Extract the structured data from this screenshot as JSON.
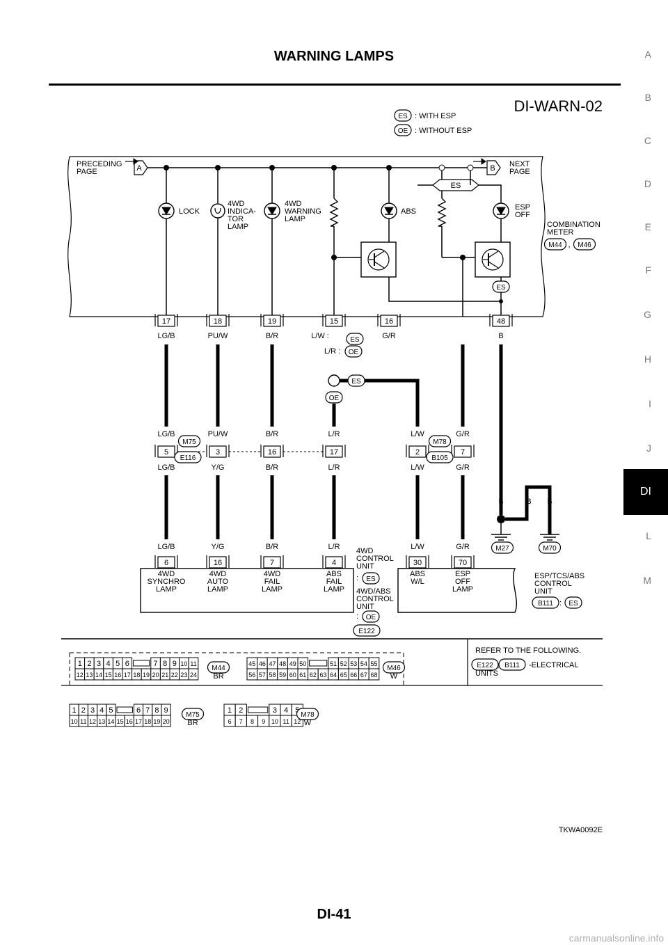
{
  "header": {
    "title": "WARNING LAMPS"
  },
  "footer": {
    "page": "DI-41",
    "watermark": "carmanualsonline.info"
  },
  "side_tabs": [
    "A",
    "B",
    "C",
    "D",
    "E",
    "F",
    "G",
    "H",
    "I",
    "J",
    "DI",
    "L",
    "M"
  ],
  "active_tab": "DI",
  "diagram": {
    "id": "DI-WARN-02",
    "code": "TKWA0092E",
    "legend": [
      {
        "tag": "ES",
        "text": ": WITH ESP"
      },
      {
        "tag": "OE",
        "text": ": WITHOUT ESP"
      }
    ],
    "top_bus": {
      "preceding": [
        "PRECEDING",
        "PAGE"
      ],
      "preceding_tag": "A",
      "next": [
        "NEXT",
        "PAGE"
      ],
      "next_tag": "B",
      "es_tag": "ES"
    },
    "meter": {
      "name": [
        "COMBINATION",
        "METER"
      ],
      "connectors": [
        "M44",
        "M46"
      ],
      "lamps": [
        {
          "label": [
            "LOCK"
          ]
        },
        {
          "label": [
            "4WD",
            "INDICA-",
            "TOR",
            "LAMP"
          ]
        },
        {
          "label": [
            "4WD",
            "WARNING",
            "LAMP"
          ]
        },
        {
          "label": [
            "ABS"
          ]
        },
        {
          "label": [
            "ESP",
            "OFF"
          ]
        }
      ],
      "es_tag_lower": "ES",
      "pins": [
        "17",
        "18",
        "19",
        "15",
        "16",
        "48"
      ]
    },
    "wires_upper": [
      {
        "color": "LG/B"
      },
      {
        "color": "PU/W"
      },
      {
        "color": "B/R"
      },
      {
        "color": "L/W :",
        "tag": "ES"
      },
      {
        "color": "G/R"
      },
      {
        "color": "B"
      }
    ],
    "wire_alt": {
      "color": "L/R :",
      "tag": "OE"
    },
    "splice_tags": [
      "ES",
      "OE"
    ],
    "joint1": {
      "connectors": [
        "M75",
        "E116"
      ],
      "pins": [
        "5",
        "3",
        "16",
        "17"
      ],
      "upper_colors": [
        "LG/B",
        "PU/W",
        "B/R",
        "L/R"
      ],
      "lower_colors": [
        "LG/B",
        "Y/G",
        "B/R",
        "L/R"
      ]
    },
    "joint2": {
      "connectors": [
        "M78",
        "B105"
      ],
      "pins": [
        "2",
        "7"
      ],
      "upper_colors": [
        "L/W",
        "G/R"
      ],
      "lower_colors": [
        "L/W",
        "G/R"
      ]
    },
    "ground": {
      "colors": [
        "B",
        "B",
        "B"
      ],
      "points": [
        "M27",
        "M70"
      ]
    },
    "control_4wd": {
      "wire_colors": [
        "LG/B",
        "Y/G",
        "B/R",
        "L/R"
      ],
      "pins": [
        "6",
        "16",
        "7",
        "4"
      ],
      "lamps": [
        [
          "4WD",
          "SYNCHRO",
          "LAMP"
        ],
        [
          "4WD",
          "AUTO",
          "LAMP"
        ],
        [
          "4WD",
          "FAIL",
          "LAMP"
        ],
        [
          "ABS",
          "FAIL",
          "LAMP"
        ]
      ],
      "units": [
        {
          "name": [
            "4WD",
            "CONTROL",
            "UNIT"
          ],
          "tag": "ES"
        },
        {
          "name": [
            "4WD/ABS",
            "CONTROL",
            "UNIT"
          ],
          "tag": "OE"
        }
      ],
      "connector": "E122"
    },
    "control_esp": {
      "wire_colors": [
        "L/W",
        "G/R"
      ],
      "pins": [
        "30",
        "70"
      ],
      "lamps": [
        [
          "ABS",
          "W/L"
        ],
        [
          "ESP",
          "OFF",
          "LAMP"
        ]
      ],
      "name": [
        "ESP/TCS/ABS",
        "CONTROL",
        "UNIT"
      ],
      "connector": "B111",
      "tag": "ES"
    },
    "refer": {
      "title": "REFER TO THE FOLLOWING.",
      "connectors": [
        "E122",
        "B111"
      ],
      "text": [
        "-ELECTRICAL",
        "UNITS"
      ]
    },
    "connector_views": [
      {
        "name": "M44",
        "color": "BR",
        "top": [
          "1",
          "2",
          "3",
          "4",
          "5",
          "6",
          "",
          "7",
          "8",
          "9",
          "10",
          "11"
        ],
        "bottom": [
          "12",
          "13",
          "14",
          "15",
          "16",
          "17",
          "18",
          "19",
          "20",
          "21",
          "22",
          "23",
          "24"
        ]
      },
      {
        "name": "M46",
        "color": "W",
        "top": [
          "45",
          "46",
          "47",
          "48",
          "49",
          "50",
          "",
          "51",
          "52",
          "53",
          "54",
          "55"
        ],
        "bottom": [
          "56",
          "57",
          "58",
          "59",
          "60",
          "61",
          "62",
          "63",
          "64",
          "65",
          "66",
          "67",
          "68"
        ]
      },
      {
        "name": "M75",
        "color": "BR",
        "top": [
          "1",
          "2",
          "3",
          "4",
          "5",
          "",
          "6",
          "7",
          "8",
          "9"
        ],
        "bottom": [
          "10",
          "11",
          "12",
          "13",
          "14",
          "15",
          "16",
          "17",
          "18",
          "19",
          "20"
        ]
      },
      {
        "name": "M78",
        "color": "W",
        "top": [
          "1",
          "2",
          "",
          "3",
          "4",
          "5"
        ],
        "bottom": [
          "6",
          "7",
          "8",
          "9",
          "10",
          "11",
          "12"
        ]
      }
    ]
  }
}
